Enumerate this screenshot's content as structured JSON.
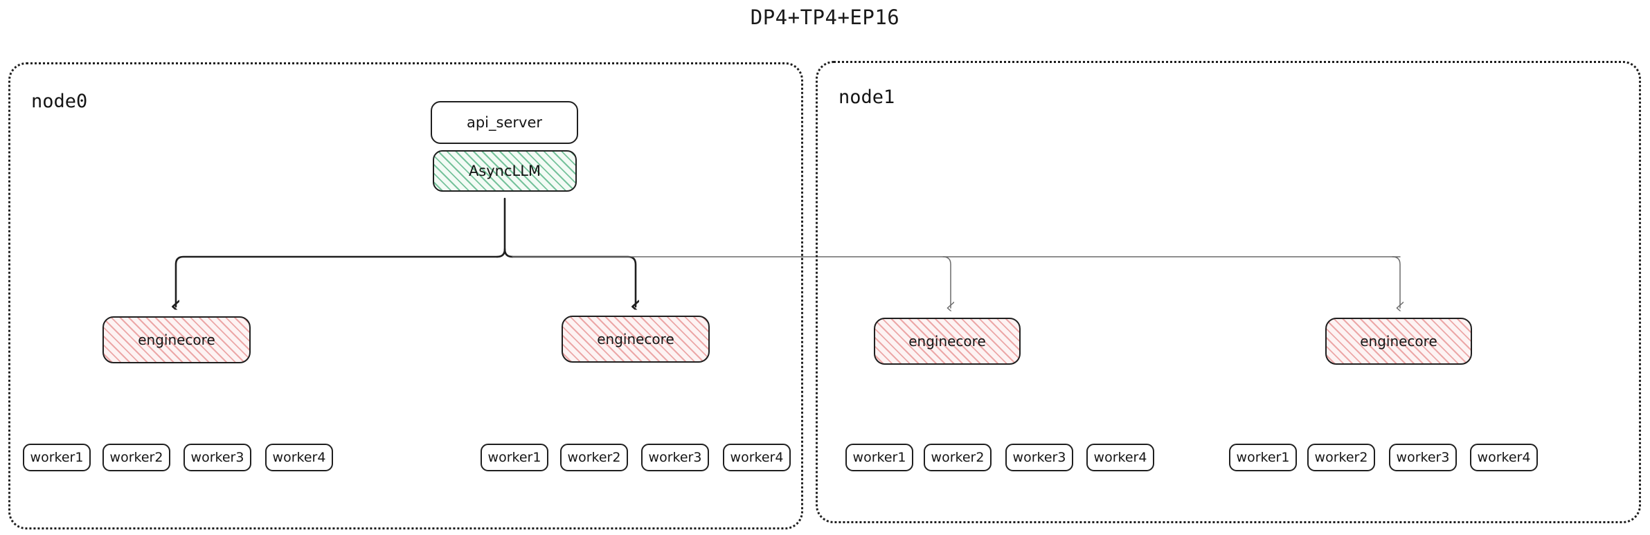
{
  "title": "DP4+TP4+EP16",
  "colors": {
    "stroke_dark": "#1f1f1f",
    "stroke_light": "#6a6a6a",
    "hatch_green": "#4caf7d",
    "hatch_pink": "#e27878",
    "container_border": "#1f1f1f",
    "text": "#141414",
    "background": "#ffffff"
  },
  "nodes": [
    {
      "id": "node0",
      "label": "node0",
      "top_boxes": [
        {
          "id": "api_server",
          "label": "api_server",
          "style": "plain"
        },
        {
          "id": "async_llm",
          "label": "AsyncLLM",
          "style": "green-hatch"
        }
      ],
      "enginecores": [
        {
          "id": "node0-ec0",
          "label": "enginecore",
          "workers": [
            {
              "label": "worker1"
            },
            {
              "label": "worker2"
            },
            {
              "label": "worker3"
            },
            {
              "label": "worker4"
            }
          ]
        },
        {
          "id": "node0-ec1",
          "label": "enginecore",
          "workers": [
            {
              "label": "worker1"
            },
            {
              "label": "worker2"
            },
            {
              "label": "worker3"
            },
            {
              "label": "worker4"
            }
          ]
        }
      ]
    },
    {
      "id": "node1",
      "label": "node1",
      "top_boxes": [],
      "enginecores": [
        {
          "id": "node1-ec0",
          "label": "enginecore",
          "workers": [
            {
              "label": "worker1"
            },
            {
              "label": "worker2"
            },
            {
              "label": "worker3"
            },
            {
              "label": "worker4"
            }
          ]
        },
        {
          "id": "node1-ec1",
          "label": "enginecore",
          "workers": [
            {
              "label": "worker1"
            },
            {
              "label": "worker2"
            },
            {
              "label": "worker3"
            },
            {
              "label": "worker4"
            }
          ]
        }
      ]
    }
  ],
  "edges": {
    "description": "AsyncLLM fans out to four enginecore processes across two nodes",
    "local_arrow_count": 2,
    "remote_arrow_count": 2
  }
}
